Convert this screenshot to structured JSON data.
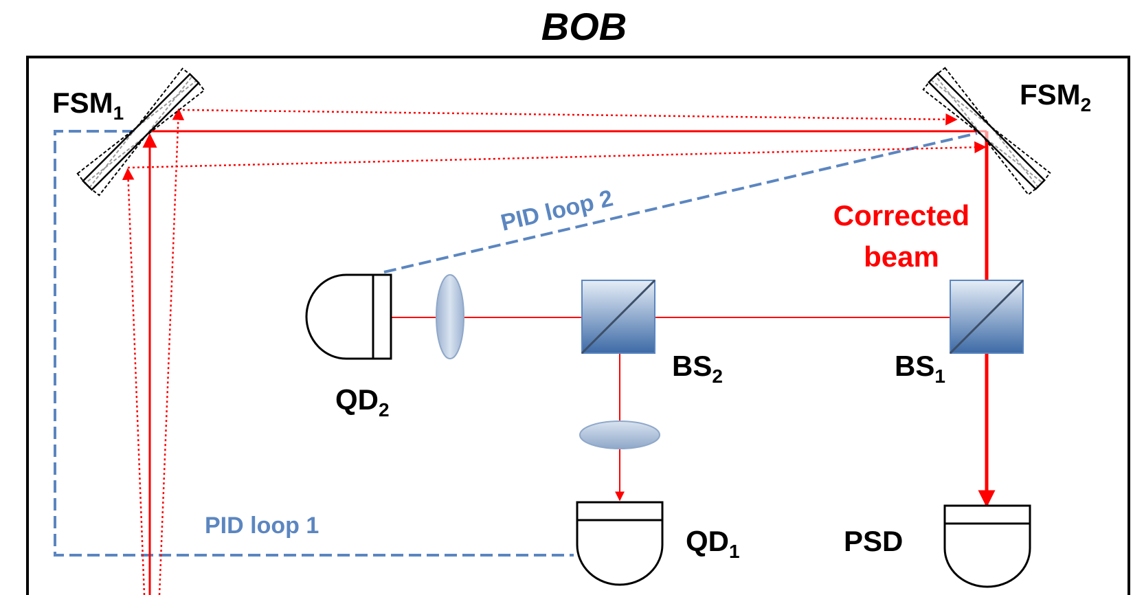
{
  "title": "BOB",
  "labels": {
    "fsm1": {
      "main": "FSM",
      "sub": "1"
    },
    "fsm2": {
      "main": "FSM",
      "sub": "2"
    },
    "bs1": {
      "main": "BS",
      "sub": "1"
    },
    "bs2": {
      "main": "BS",
      "sub": "2"
    },
    "qd1": {
      "main": "QD",
      "sub": "1"
    },
    "qd2": {
      "main": "QD",
      "sub": "2"
    },
    "psd": "PSD",
    "corrected_line1": "Corrected",
    "corrected_line2": "beam",
    "pid_loop_1": "PID loop 1",
    "pid_loop_2": "PID loop 2"
  },
  "colors": {
    "beam": "#ff0000",
    "loop": "#5b86c0",
    "loop_text": "#5b86c0",
    "outline": "#000000"
  }
}
